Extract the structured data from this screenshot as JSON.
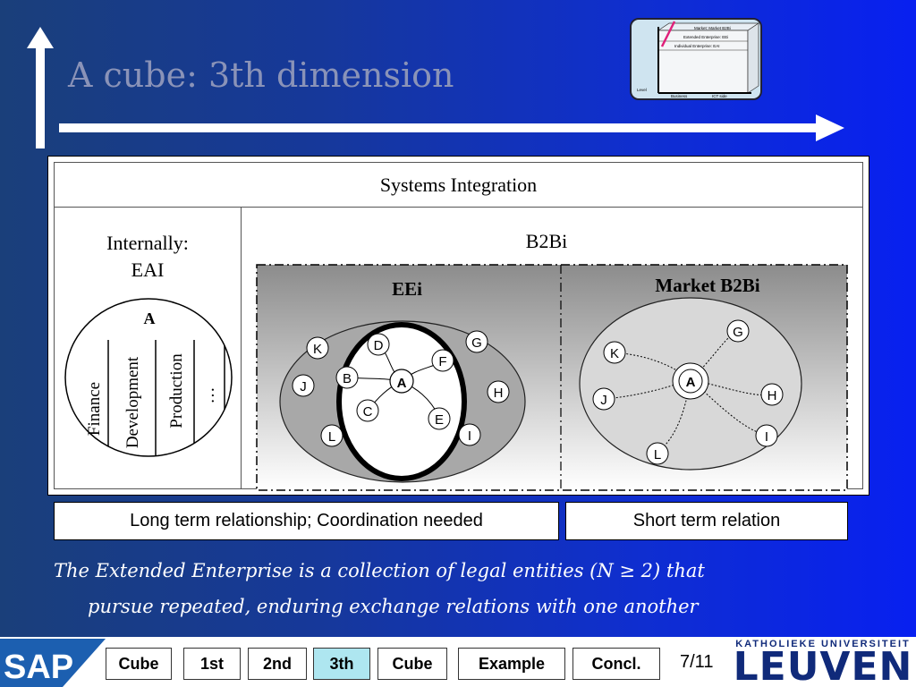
{
  "slide": {
    "title": "A cube: 3th dimension"
  },
  "thumbnail": {
    "icon": "cube-diagram-thumbnail",
    "lines": [
      "Market: Market B2Bi",
      "Extended Enterprise: EEi",
      "Individual Enterprise: EAI"
    ],
    "x_labels": [
      "Business",
      "ICT side"
    ],
    "y_label": "Level"
  },
  "diagram": {
    "header": "Systems Integration",
    "internal_label_line1": "Internally:",
    "internal_label_line2": "EAI",
    "b2bi_label": "B2Bi",
    "eai": {
      "center": "A",
      "columns": [
        "Finance",
        "Development",
        "Production",
        "…"
      ]
    },
    "eei": {
      "title": "EEi",
      "center": "A",
      "inner_nodes": [
        "B",
        "C",
        "D",
        "E",
        "F"
      ],
      "outer_nodes": [
        "K",
        "J",
        "L",
        "G",
        "H",
        "I"
      ]
    },
    "market": {
      "title": "Market B2Bi",
      "center": "A",
      "nodes": [
        "K",
        "J",
        "L",
        "G",
        "H",
        "I"
      ]
    }
  },
  "captions": {
    "left": "Long term relationship; Coordination needed",
    "right": "Short term relation"
  },
  "definition": {
    "line1": "The Extended Enterprise is a collection of legal entities (N ≥ 2) that",
    "line2": "pursue repeated, enduring exchange relations with one another"
  },
  "footer": {
    "sap_logo": "SAP",
    "nav": [
      "Cube",
      "1st",
      "2nd",
      "3th",
      "Cube",
      "Example",
      "Concl."
    ],
    "active_nav": "3th",
    "page": "7/11",
    "university_line1": "KATHOLIEKE UNIVERSITEIT",
    "university_line2": "LEUVEN"
  },
  "colors": {
    "background_left": "#1a3f7a",
    "background_right": "#0820f0",
    "title": "#8a93b8",
    "active_nav": "#aee6f0",
    "university": "#102a7a"
  }
}
